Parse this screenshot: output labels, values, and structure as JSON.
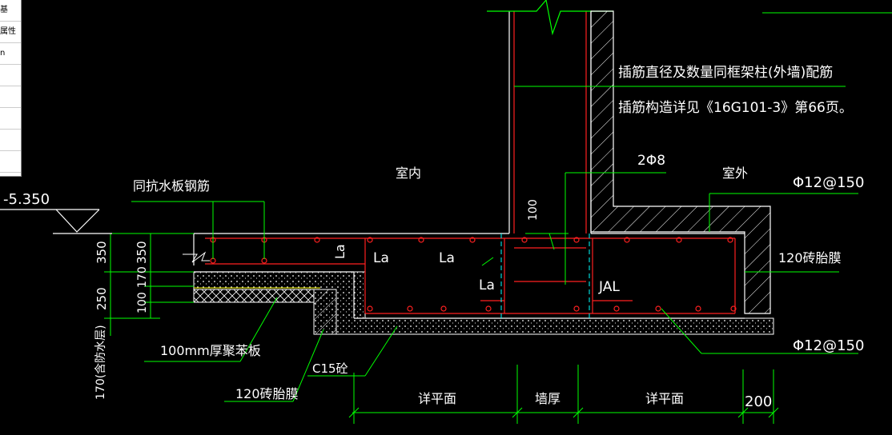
{
  "colors": {
    "background": "#000000",
    "line_white": "#ffffff",
    "line_green": "#00ff00",
    "line_red": "#ff2020",
    "line_yellow": "#ffff00",
    "text": "#ffffff"
  },
  "side_panel": {
    "rows": [
      "基",
      "属性",
      "n",
      "",
      "",
      "",
      "",
      ""
    ]
  },
  "elevation": {
    "label": "-5.350"
  },
  "notes": {
    "line1": "插筋直径及数量同框架柱(外墙)配筋",
    "line2": "插筋构造详见《16G101-3》第66页。"
  },
  "labels": {
    "indoor": "室内",
    "outdoor": "室外",
    "waterproof_slab_rebar": "同抗水板钢筋",
    "two_phi8": "2Φ8",
    "phi12_top": "Φ12@150",
    "phi12_bottom": "Φ12@150",
    "brick_mold_right": "120砖胎膜",
    "brick_mold_left": "120砖胎膜",
    "benzene_board": "100mm厚聚苯板",
    "c15": "C15砼",
    "jal": "JAL",
    "la_1": "La",
    "la_2": "La",
    "la_3": "La",
    "la_vertical": "La",
    "dim_100_top": "100",
    "left_dim_note": "170(含防水层)"
  },
  "dimensions": {
    "left_outer": [
      "350",
      "250"
    ],
    "left_inner": [
      "350",
      "170",
      "100"
    ],
    "bottom": [
      "详平面",
      "墙厚",
      "详平面",
      "200"
    ]
  }
}
